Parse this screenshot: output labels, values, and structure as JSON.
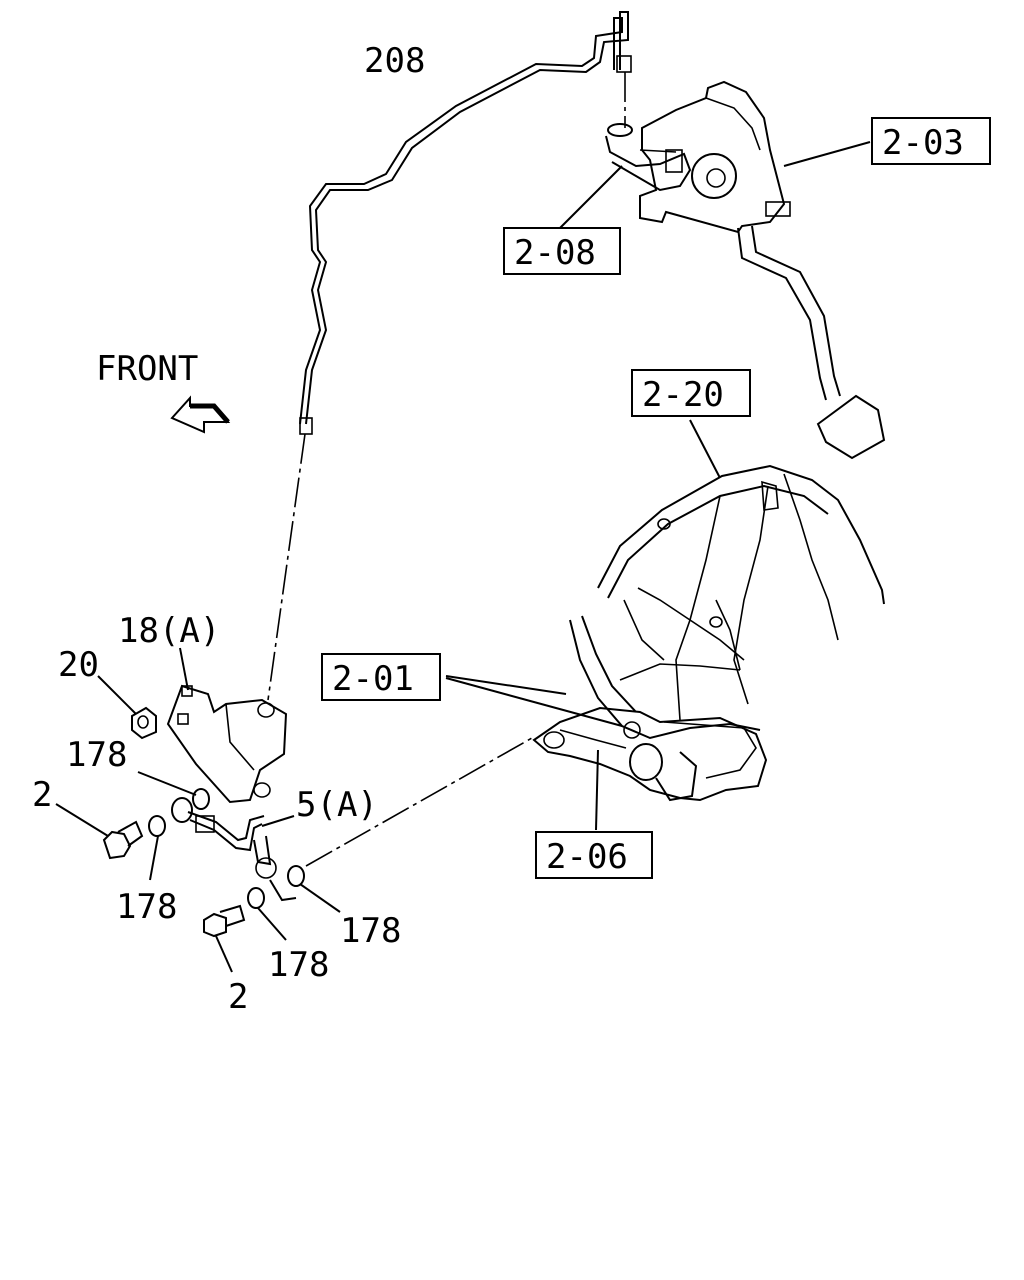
{
  "diagram": {
    "direction_label": "FRONT",
    "callouts": {
      "pipe": "208",
      "pedal_assembly": "2-03",
      "master_cylinder": "2-08",
      "clutch_housing": "2-20",
      "bracket_nut": "20",
      "bracket": "18(A)",
      "washer_upper": "178",
      "union_bolt_left": "2",
      "hose": "5(A)",
      "washer_left": "178",
      "washer_right": "178",
      "washer_lower": "178",
      "union_bolt_lower": "2",
      "release_fork": "2-01",
      "slave_cylinder": "2-06"
    }
  }
}
